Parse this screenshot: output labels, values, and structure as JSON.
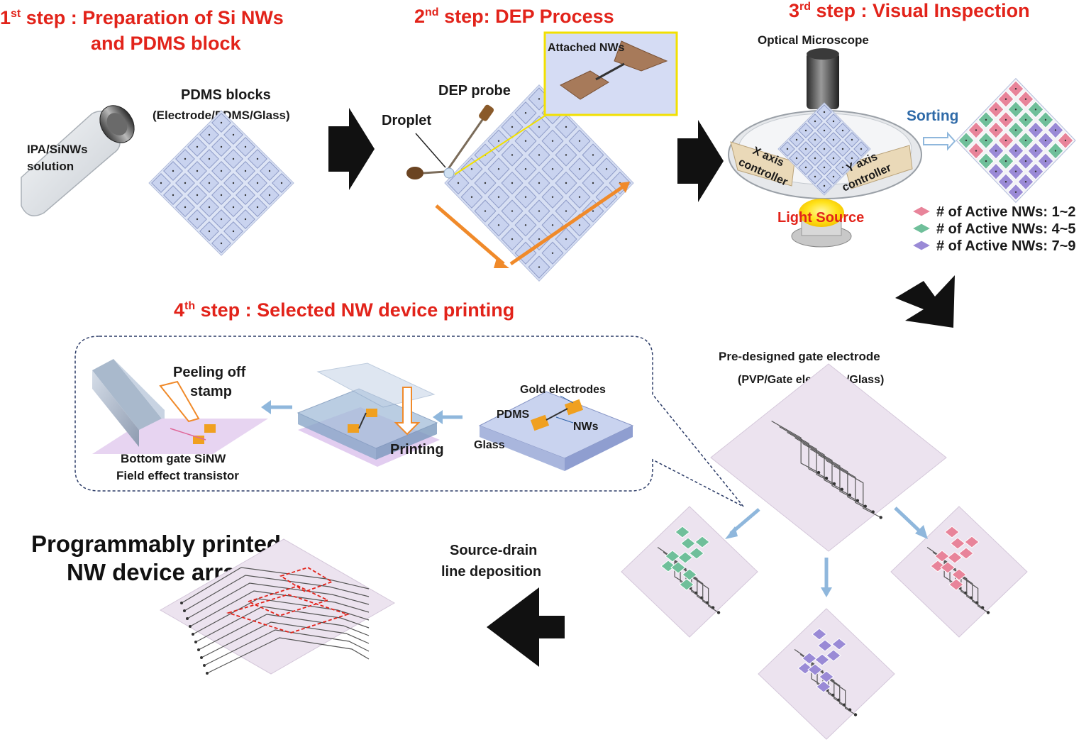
{
  "colors": {
    "step_title": "#e2231a",
    "label": "#1a1a1a",
    "sorting": "#2f6aa8",
    "pink": "#e8849a",
    "green": "#6fbf9a",
    "purple": "#9a8ad6",
    "block": "#c9d3ef",
    "gold": "#f0a020",
    "arrow_blue": "#8fb7dc",
    "scan_arrow": "#f08a2a"
  },
  "steps": {
    "s1": {
      "num": "1",
      "sup": "st",
      "title_a": " step : Preparation of  Si NWs",
      "title_b": "and PDMS block"
    },
    "s2": {
      "num": "2",
      "sup": "nd",
      "title": " step:  DEP Process"
    },
    "s3": {
      "num": "3",
      "sup": "rd",
      "title": " step : Visual Inspection"
    },
    "s4": {
      "num": "4",
      "sup": "th",
      "title": " step : Selected NW device printing"
    }
  },
  "labels": {
    "ipa_a": "IPA/SiNWs",
    "ipa_b": "solution",
    "pdms_blocks": "PDMS  blocks",
    "pdms_stack": "(Electrode/PDMS/Glass)",
    "dep_probe": "DEP probe",
    "droplet": "Droplet",
    "attached_nws": "Attached NWs",
    "optical_microscope": "Optical Microscope",
    "sorting": "Sorting",
    "x_axis_a": "X axis",
    "x_axis_b": "controller",
    "y_axis_a": "Y axis",
    "y_axis_b": "controller",
    "light_source": "Light Source",
    "pre_designed": "Pre-designed gate electrode",
    "pvp_stack": "(PVP/Gate electrode/Glass)",
    "peeling_a": "Peeling off",
    "peeling_b": "stamp",
    "bottom_gate_a": "Bottom gate SiNW",
    "bottom_gate_b": "Field effect transistor",
    "printing": "Printing",
    "gold_electrodes": "Gold electrodes",
    "pdms": "PDMS",
    "nws": "NWs",
    "glass": "Glass",
    "programmably_a": "Programmably printed",
    "programmably_b": "NW device array",
    "source_drain_a": "Source-drain",
    "source_drain_b": "line deposition"
  },
  "legend": [
    {
      "text": "# of Active NWs: 1~2",
      "color": "#e8849a"
    },
    {
      "text": "# of Active NWs: 4~5",
      "color": "#6fbf9a"
    },
    {
      "text": "# of Active NWs: 7~9",
      "color": "#9a8ad6"
    }
  ]
}
